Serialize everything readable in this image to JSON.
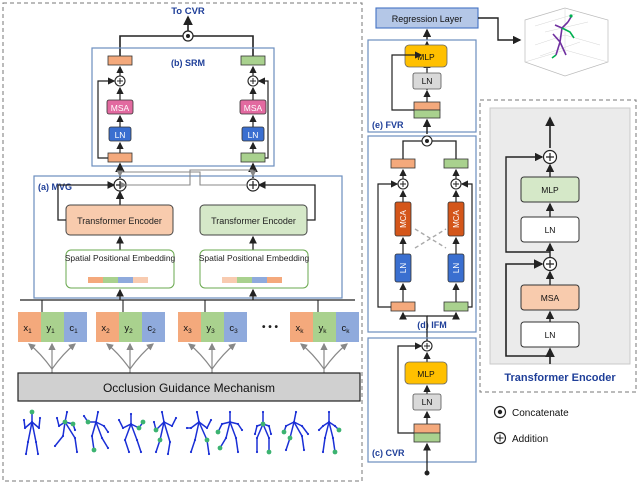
{
  "colors": {
    "orange_token": "#f4a97c",
    "green_token": "#a9d18e",
    "blue_token": "#8faadc",
    "section_title": "#1f3f99",
    "box_border": "#6c8ebf",
    "msa_fill": "#e26aa0",
    "ln_fill": "#3a6fd0",
    "mca_fill": "#d4561a",
    "mlp_fill": "#ffc000",
    "regression_fill": "#b4c7e7",
    "encoder_orange": "#f8cbad",
    "encoder_green": "#d5e8c8",
    "occlusion_bar": "#d0d0d0",
    "skeleton_blue": "#1a2fd6",
    "joint_green": "#3cb371"
  },
  "top_output": "To CVR",
  "srm": {
    "title": "(b) SRM",
    "left_msa": "MSA",
    "left_ln": "LN",
    "right_msa": "MSA",
    "right_ln": "LN"
  },
  "mvg": {
    "title": "(a) MVG",
    "left_encoder": "Transformer Encoder",
    "right_encoder": "Transformer Encoder",
    "left_embedding": "Spatial Positional Embedding",
    "right_embedding": "Spatial Positional Embedding"
  },
  "tokens": [
    [
      "x",
      "1"
    ],
    [
      "y",
      "1"
    ],
    [
      "c",
      "1"
    ],
    [
      "x",
      "2"
    ],
    [
      "y",
      "2"
    ],
    [
      "c",
      "2"
    ],
    [
      "x",
      "3"
    ],
    [
      "y",
      "3"
    ],
    [
      "c",
      "3"
    ],
    [
      "x",
      "k"
    ],
    [
      "y",
      "k"
    ],
    [
      "c",
      "k"
    ]
  ],
  "ellipsis": "• • •",
  "occlusion": "Occlusion Guidance Mechanism",
  "regression": "Regression Layer",
  "fvr": {
    "title": "(e) FVR",
    "mlp": "MLP",
    "ln": "LN"
  },
  "ifm": {
    "title": "(d) IFM",
    "left_mca": "MCA",
    "left_ln": "LN",
    "right_mca": "MCA",
    "right_ln": "LN"
  },
  "cvr": {
    "title": "(c) CVR",
    "mlp": "MLP",
    "ln": "LN"
  },
  "transformer_encoder": {
    "title": "Transformer Encoder",
    "mlp": "MLP",
    "ln_top": "LN",
    "msa": "MSA",
    "ln_bottom": "LN"
  },
  "legend": {
    "concatenate": "Concatenate",
    "addition": "Addition"
  }
}
